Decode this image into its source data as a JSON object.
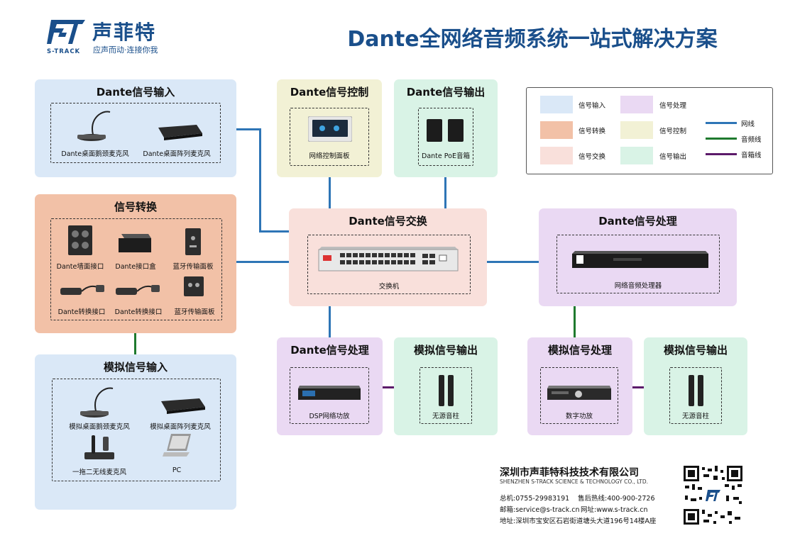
{
  "header": {
    "logo_text": "声菲特",
    "logo_sub": "S-TRACK",
    "slogan": "应声而动·连接你我",
    "title": "Dante全网络音频系统一站式解决方案"
  },
  "groups": {
    "dante_input": {
      "title": "Dante信号输入",
      "items": [
        "Dante桌面鹅颈麦克风",
        "Dante桌面阵列麦克风"
      ]
    },
    "conversion": {
      "title": "信号转换",
      "items": [
        "Dante墙面接口",
        "Dante接口盒",
        "蓝牙传输面板",
        "Dante转换接口",
        "Dante转换接口",
        "蓝牙传输面板"
      ]
    },
    "analog_input": {
      "title": "模拟信号输入",
      "items": [
        "模拟桌面鹅颈麦克风",
        "模拟桌面阵列麦克风",
        "一拖二无线麦克风",
        "PC"
      ]
    },
    "control": {
      "title": "Dante信号控制",
      "items": [
        "网络控制面板"
      ]
    },
    "dante_output": {
      "title": "Dante信号输出",
      "items": [
        "Dante PoE音箱"
      ]
    },
    "switch": {
      "title": "Dante信号交换",
      "items": [
        "交换机"
      ]
    },
    "dante_processing": {
      "title": "Dante信号处理",
      "items": [
        "网络音频处理器"
      ]
    },
    "dsp": {
      "title": "Dante信号处理",
      "items": [
        "DSP网络功放"
      ]
    },
    "analog_out_1": {
      "title": "模拟信号输出",
      "items": [
        "无源音柱"
      ]
    },
    "analog_proc": {
      "title": "模拟信号处理",
      "items": [
        "数字功放"
      ]
    },
    "analog_out_2": {
      "title": "模拟信号输出",
      "items": [
        "无源音柱"
      ]
    }
  },
  "legend": {
    "colors": [
      "信号输入",
      "信号处理",
      "信号转换",
      "信号控制",
      "信号交换",
      "信号输出"
    ],
    "lines": [
      "网线",
      "音频线",
      "音箱线"
    ]
  },
  "company": {
    "name": "深圳市声菲特科技技术有限公司",
    "name_en": "SHENZHEN S-TRACK SCIENCE & TECHNOLOGY CO., LTD.",
    "phone": "总机:0755-29983191",
    "hotline": "售后热线:400-900-2726",
    "email": "邮箱:service@s-track.cn",
    "website": "网址:www.s-track.cn",
    "address": "地址:深圳市宝安区石岩街道塘头大道196号14楼A座"
  },
  "colors": {
    "brand": "#1a4f8b",
    "input": "#dae8f7",
    "processing": "#ead9f3",
    "conversion": "#f2c1a7",
    "control": "#f2f1d5",
    "switching": "#f9e0db",
    "output": "#d9f3e6",
    "network_line": "#2e75b6",
    "audio_line": "#1f7a2e",
    "speaker_line": "#5c1a6a"
  }
}
